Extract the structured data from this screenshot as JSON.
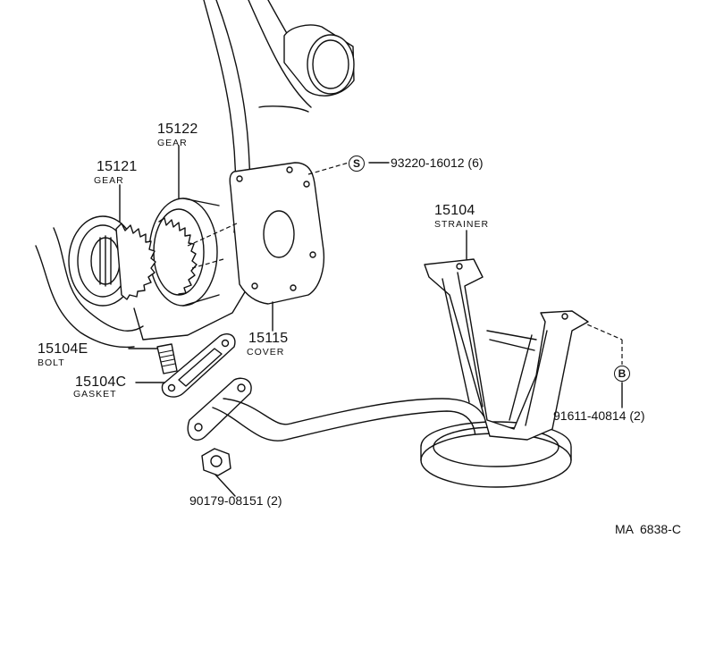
{
  "parts": [
    {
      "number": "15122",
      "name": "GEAR"
    },
    {
      "number": "15121",
      "name": "GEAR"
    },
    {
      "number": "15104",
      "name": "STRAINER"
    },
    {
      "number": "15104E",
      "name": "BOLT"
    },
    {
      "number": "15104C",
      "name": "GASKET"
    },
    {
      "number": "15115",
      "name": "COVER"
    }
  ],
  "fasteners": [
    {
      "marker": "S",
      "part_number": "93220-16012",
      "quantity": "(6)"
    },
    {
      "marker": "B",
      "part_number": "91611-40814",
      "quantity": "(2)"
    },
    {
      "marker": "",
      "part_number": "90179-08151",
      "quantity": "(2)"
    }
  ],
  "diagram_code": "MA  6838-C"
}
